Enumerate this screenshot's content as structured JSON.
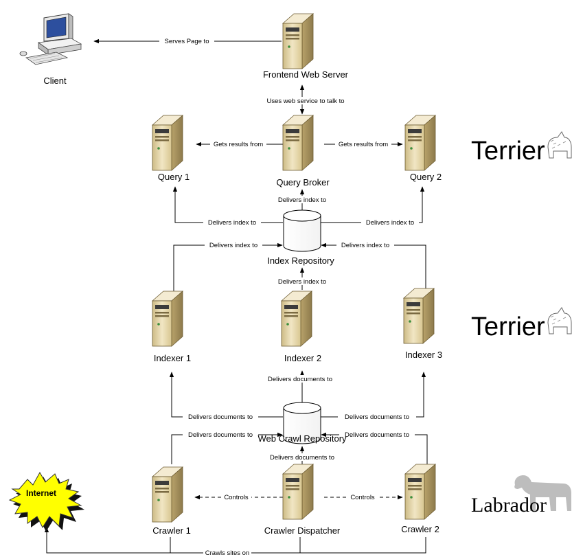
{
  "nodes": {
    "client": "Client",
    "frontend": "Frontend Web Server",
    "query1": "Query 1",
    "broker": "Query Broker",
    "query2": "Query 2",
    "index_repo": "Index Repository",
    "indexer1": "Indexer 1",
    "indexer2": "Indexer 2",
    "indexer3": "Indexer 3",
    "crawl_repo": "Web Crawl Repository",
    "crawler1": "Crawler 1",
    "dispatcher": "Crawler Dispatcher",
    "crawler2": "Crawler 2",
    "internet": "Internet"
  },
  "edges": {
    "serves_page": "Serves Page to",
    "uses_web_service": "Uses web service to talk to",
    "gets_results_1": "Gets results from",
    "gets_results_2": "Gets results from",
    "idx_to_broker": "Delivers index to",
    "idx_to_q1": "Delivers index to",
    "idx_to_q2": "Delivers index to",
    "ix1_to_repo": "Delivers index to",
    "ix3_to_repo": "Delivers index to",
    "ix2_to_repo": "Delivers index to",
    "docs_to_ix2": "Delivers documents to",
    "docs_to_ix1": "Delivers documents to",
    "docs_to_ix3": "Delivers documents  to",
    "c1_to_crawl": "Delivers documents to",
    "c2_to_crawl": "Delivers documents to",
    "disp_to_crawl": "Delivers documents to",
    "controls_1": "Controls",
    "controls_2": "Controls",
    "crawls_sites": "Crawls sites on"
  },
  "brands": {
    "terrier_top": "Terrier",
    "terrier_mid": "Terrier",
    "labrador": "Labrador"
  },
  "colors": {
    "server_body": "#e7d7a8",
    "server_side": "#a7925e",
    "server_top": "#f3ead0",
    "internet_fill": "#ffff00",
    "line": "#000000"
  }
}
